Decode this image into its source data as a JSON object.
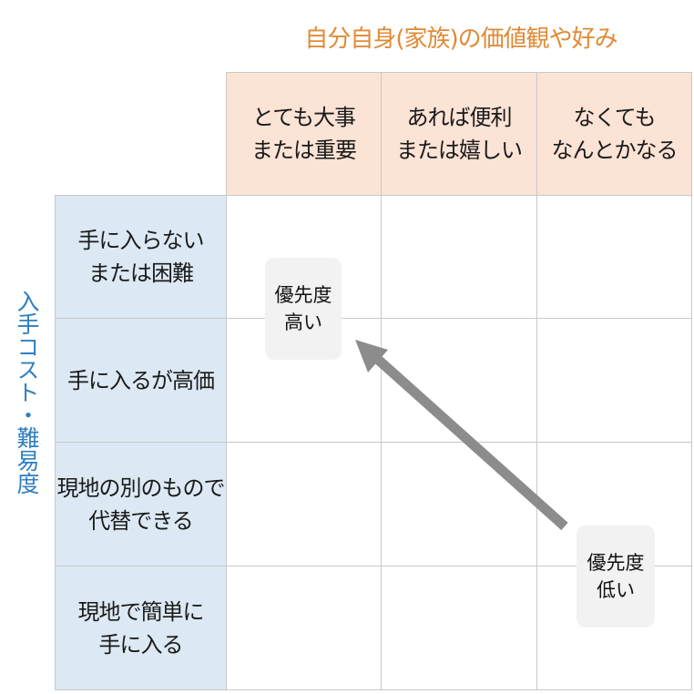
{
  "title_top": "自分自身(家族)の価値観や好み",
  "title_side": "入手コスト・難易度",
  "columns": [
    "とても大事\nまたは重要",
    "あれば便利\nまたは嬉しい",
    "なくても\nなんとかなる"
  ],
  "rows": [
    "手に入らない\nまたは困難",
    "手に入るが高価",
    "現地の別のもので\n代替できる",
    "現地で簡単に\n手に入る"
  ],
  "notes": {
    "high": "優先度\n高い",
    "low": "優先度\n低い"
  },
  "colors": {
    "title_top": "#e08a36",
    "title_side": "#2f7fc0",
    "column_header_bg": "#fbe3d5",
    "row_header_bg": "#dce9f4",
    "arrow": "#8c8c8c"
  }
}
